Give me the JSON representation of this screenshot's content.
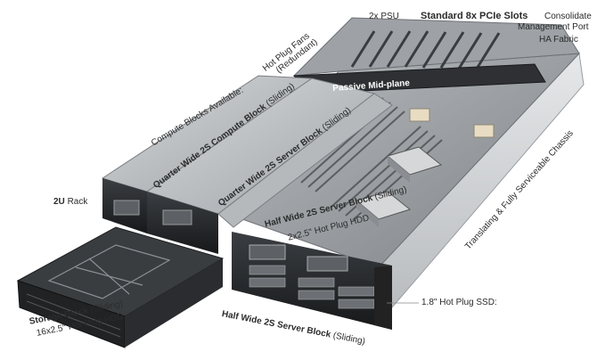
{
  "labels": {
    "psu": "2x PSU",
    "pcie": "Standard 8x PCIe Slots",
    "mgmt1": "Consolidate",
    "mgmt2": "Management Port",
    "ha": "HA Fabric",
    "fans1": "Hot Plug Fans",
    "fans2": "(Redundant)",
    "midplane": "Passive Mid-plane",
    "compute_avail": "Compute Blocks Available:",
    "qw_compute": "Quarter Wide 2S Compute Block",
    "qw_compute_suffix": " (Sliding)",
    "qw_server": "Quarter Wide 2S Server Block",
    "qw_server_suffix": " (Sliding)",
    "rack_bold": "2U",
    "rack_rest": " Rack",
    "hw_server": "Half Wide 2S Server Block",
    "hw_server_suffix": " (Sliding)",
    "hw_hdd": "2x2.5\" Hot Plug HDD",
    "chassis": "Translating & Fully Serviceable Chassis",
    "ssd": "1.8\" Hot Plug SSD:",
    "storage": "Storage Block",
    "storage_suffix": " (Sliding)",
    "storage_hdd": "16x2.5\" Hot Plug HDD",
    "hw_server_bottom": "Half Wide 2S Server Block",
    "hw_server_bottom_suffix": " (Sliding)"
  },
  "colors": {
    "chassis_light": "#c9ccce",
    "chassis_mid": "#8e9296",
    "chassis_dark": "#2a2c2f",
    "label_text": "#2b2b2b"
  }
}
